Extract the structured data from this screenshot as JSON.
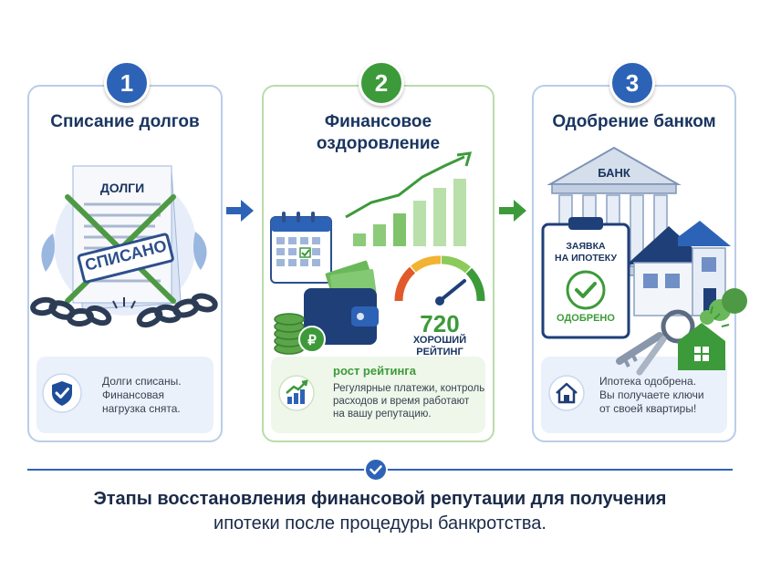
{
  "steps": [
    {
      "number": "1",
      "title": "Списание долгов",
      "doc_label": "ДОЛГИ",
      "stamp": "СПИСАНО",
      "bottom_text": [
        "Долги списаны.",
        "Финансовая",
        "нагрузка снята."
      ]
    },
    {
      "number": "2",
      "title": [
        "Финансовое",
        "оздоровление"
      ],
      "score": "720",
      "score_label": [
        "ХОРОШИЙ",
        "РЕЙТИНГ"
      ],
      "bottom_heading": "рост рейтинга",
      "bottom_text": [
        "Регулярные платежи, контроль",
        "расходов и время работают",
        "на вашу репутацию."
      ]
    },
    {
      "number": "3",
      "title": "Одобрение банком",
      "bank_label": "БАНК",
      "application_label": [
        "ЗАЯВКА",
        "НА ИПОТЕКУ"
      ],
      "approved_label": "ОДОБРЕНО",
      "bottom_text": [
        "Ипотека одобрена.",
        "Вы получаете ключи",
        "от своей квартиры!"
      ]
    }
  ],
  "caption": [
    "Этапы восстановления финансовой репутации для получения",
    "ипотеки после процедуры банкротства."
  ],
  "colors": {
    "navy": "#1a3560",
    "blue": "#2d63b6",
    "green": "#3d9a3a",
    "light_blue": "#eaf1fb",
    "light_green": "#eef7ea"
  }
}
